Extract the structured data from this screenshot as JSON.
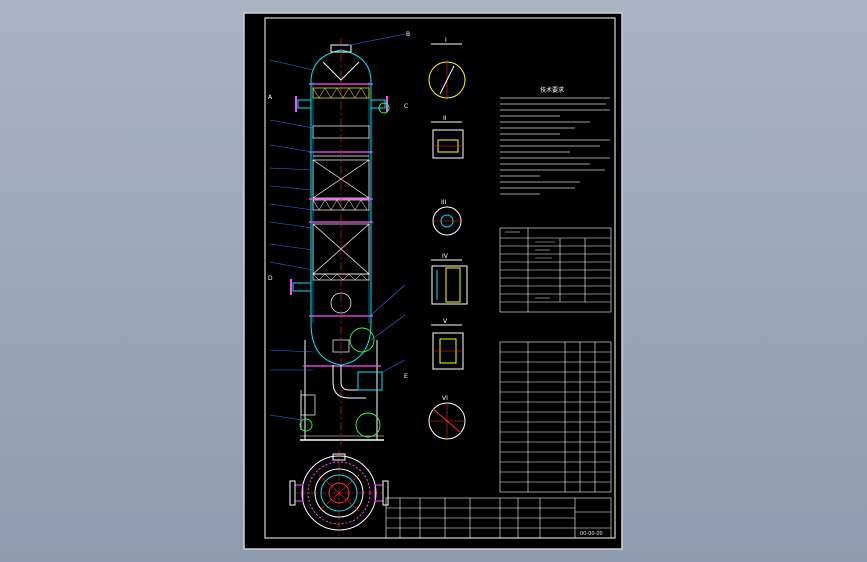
{
  "viewport": {
    "background": "#9aa5b8"
  },
  "sheet": {
    "frame_color": "#ffffff",
    "paper_color": "#000000"
  },
  "colors": {
    "vessel": "#00e5ff",
    "centerline": "#ff2020",
    "leaders": "#3a6cff",
    "flanges": "#ff50ff",
    "steam": "#ffff00",
    "detail_circles": "#33ff33",
    "table_lines": "#ffffff",
    "hatch": "#ff3030"
  },
  "callouts": {
    "top_right": "B",
    "nozzle_right_upper": "C",
    "nozzle_left_upper": "A",
    "feed_left": "D",
    "nozzle_right_lower": "E",
    "view_label_1": "I",
    "view_label_2": "II",
    "view_label_3": "III",
    "view_label_4": "IV",
    "view_label_5": "V",
    "view_label_6": "VI"
  },
  "technical_requirements": {
    "title": "技术要求"
  },
  "title_block": {
    "drawing_number": "00-00-00"
  }
}
